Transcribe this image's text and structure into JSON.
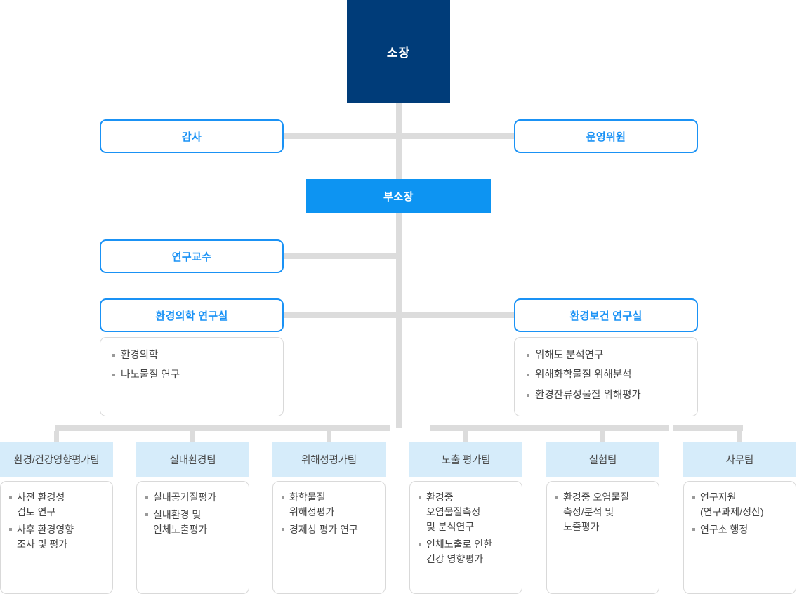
{
  "colors": {
    "director_bg": "#003c79",
    "deputy_bg": "#0d94f2",
    "outline_blue": "#1a92f5",
    "team_head_bg": "#d6ecfa",
    "connector": "#dcdcdc",
    "panel_border": "#d9d9d9",
    "body_text": "#444444"
  },
  "top": {
    "director": "소장"
  },
  "row_audit": {
    "left": "감사",
    "right": "운영위원"
  },
  "deputy": {
    "label": "부소장"
  },
  "row_professor": {
    "left": "연구교수"
  },
  "labs": [
    {
      "title": "환경의학 연구실",
      "items": [
        "환경의학",
        "나노물질 연구"
      ]
    },
    {
      "title": "환경보건 연구실",
      "items": [
        "위해도 분석연구",
        "위해화학물질 위해분석",
        "환경잔류성물질 위해평가"
      ]
    }
  ],
  "teams": [
    {
      "name": "환경/건강영향평가팀",
      "items": [
        "사전 환경성\n검토 연구",
        "사후 환경영향\n조사 및 평가"
      ]
    },
    {
      "name": "실내환경팀",
      "items": [
        "실내공기질평가",
        "실내환경 및\n인체노출평가"
      ]
    },
    {
      "name": "위해성평가팀",
      "items": [
        "화학물질\n위해성평가",
        "경제성 평가 연구"
      ]
    },
    {
      "name": "노출 평가팀",
      "items": [
        "환경중\n오염물질측정\n및 분석연구",
        "인체노출로 인한\n건강 영향평가"
      ]
    },
    {
      "name": "실험팀",
      "items": [
        "환경중 오염물질\n측정/분석 및\n노출평가"
      ]
    },
    {
      "name": "사무팀",
      "items": [
        "연구지원\n(연구과제/정산)",
        "연구소 행정"
      ]
    }
  ]
}
